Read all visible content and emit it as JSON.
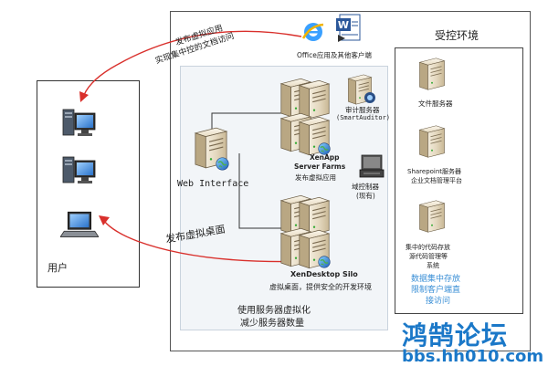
{
  "users": {
    "label": "用户"
  },
  "clients": {
    "label": "Office应用及其他客户端"
  },
  "arrow_top": {
    "line1": "发布虚拟应用",
    "line2": "实现集中控的文档访问"
  },
  "arrow_bottom": {
    "label": "发布虚拟桌面"
  },
  "web_interface": {
    "label": "Web Interface"
  },
  "audit": {
    "line1": "审计服务器",
    "line2": "(SmartAuditor)"
  },
  "xenapp": {
    "line1": "XenApp",
    "line2": "Server Farms",
    "line3": "发布虚拟应用"
  },
  "domain_ctrl": {
    "line1": "域控制器",
    "line2": "(现有)"
  },
  "xendesktop": {
    "line1": "XenDesktop Silo",
    "line2": "虚拟桌面，提供安全的开发环境"
  },
  "virtualize": {
    "line1": "使用服务器虚拟化",
    "line2": "减少服务器数量"
  },
  "controlled": {
    "title": "受控环境",
    "file_server": "文件服务器",
    "sharepoint_line1": "Sharepoint服务器",
    "sharepoint_line2": "企业文档管理平台",
    "code_line1": "集中的代码存放",
    "code_line2": "源代码管理等",
    "code_line3": "系统",
    "note_line1": "数据集中存放",
    "note_line2": "限制客户端直",
    "note_line3": "接访问"
  },
  "watermark": {
    "brand": "鸿鹄论坛",
    "url": "bbs.hh010.com"
  },
  "colors": {
    "arrow": "#d9302c",
    "note": "#3a8fd6",
    "panel": "#f2f5f8",
    "watermark": "#1b78c8"
  }
}
